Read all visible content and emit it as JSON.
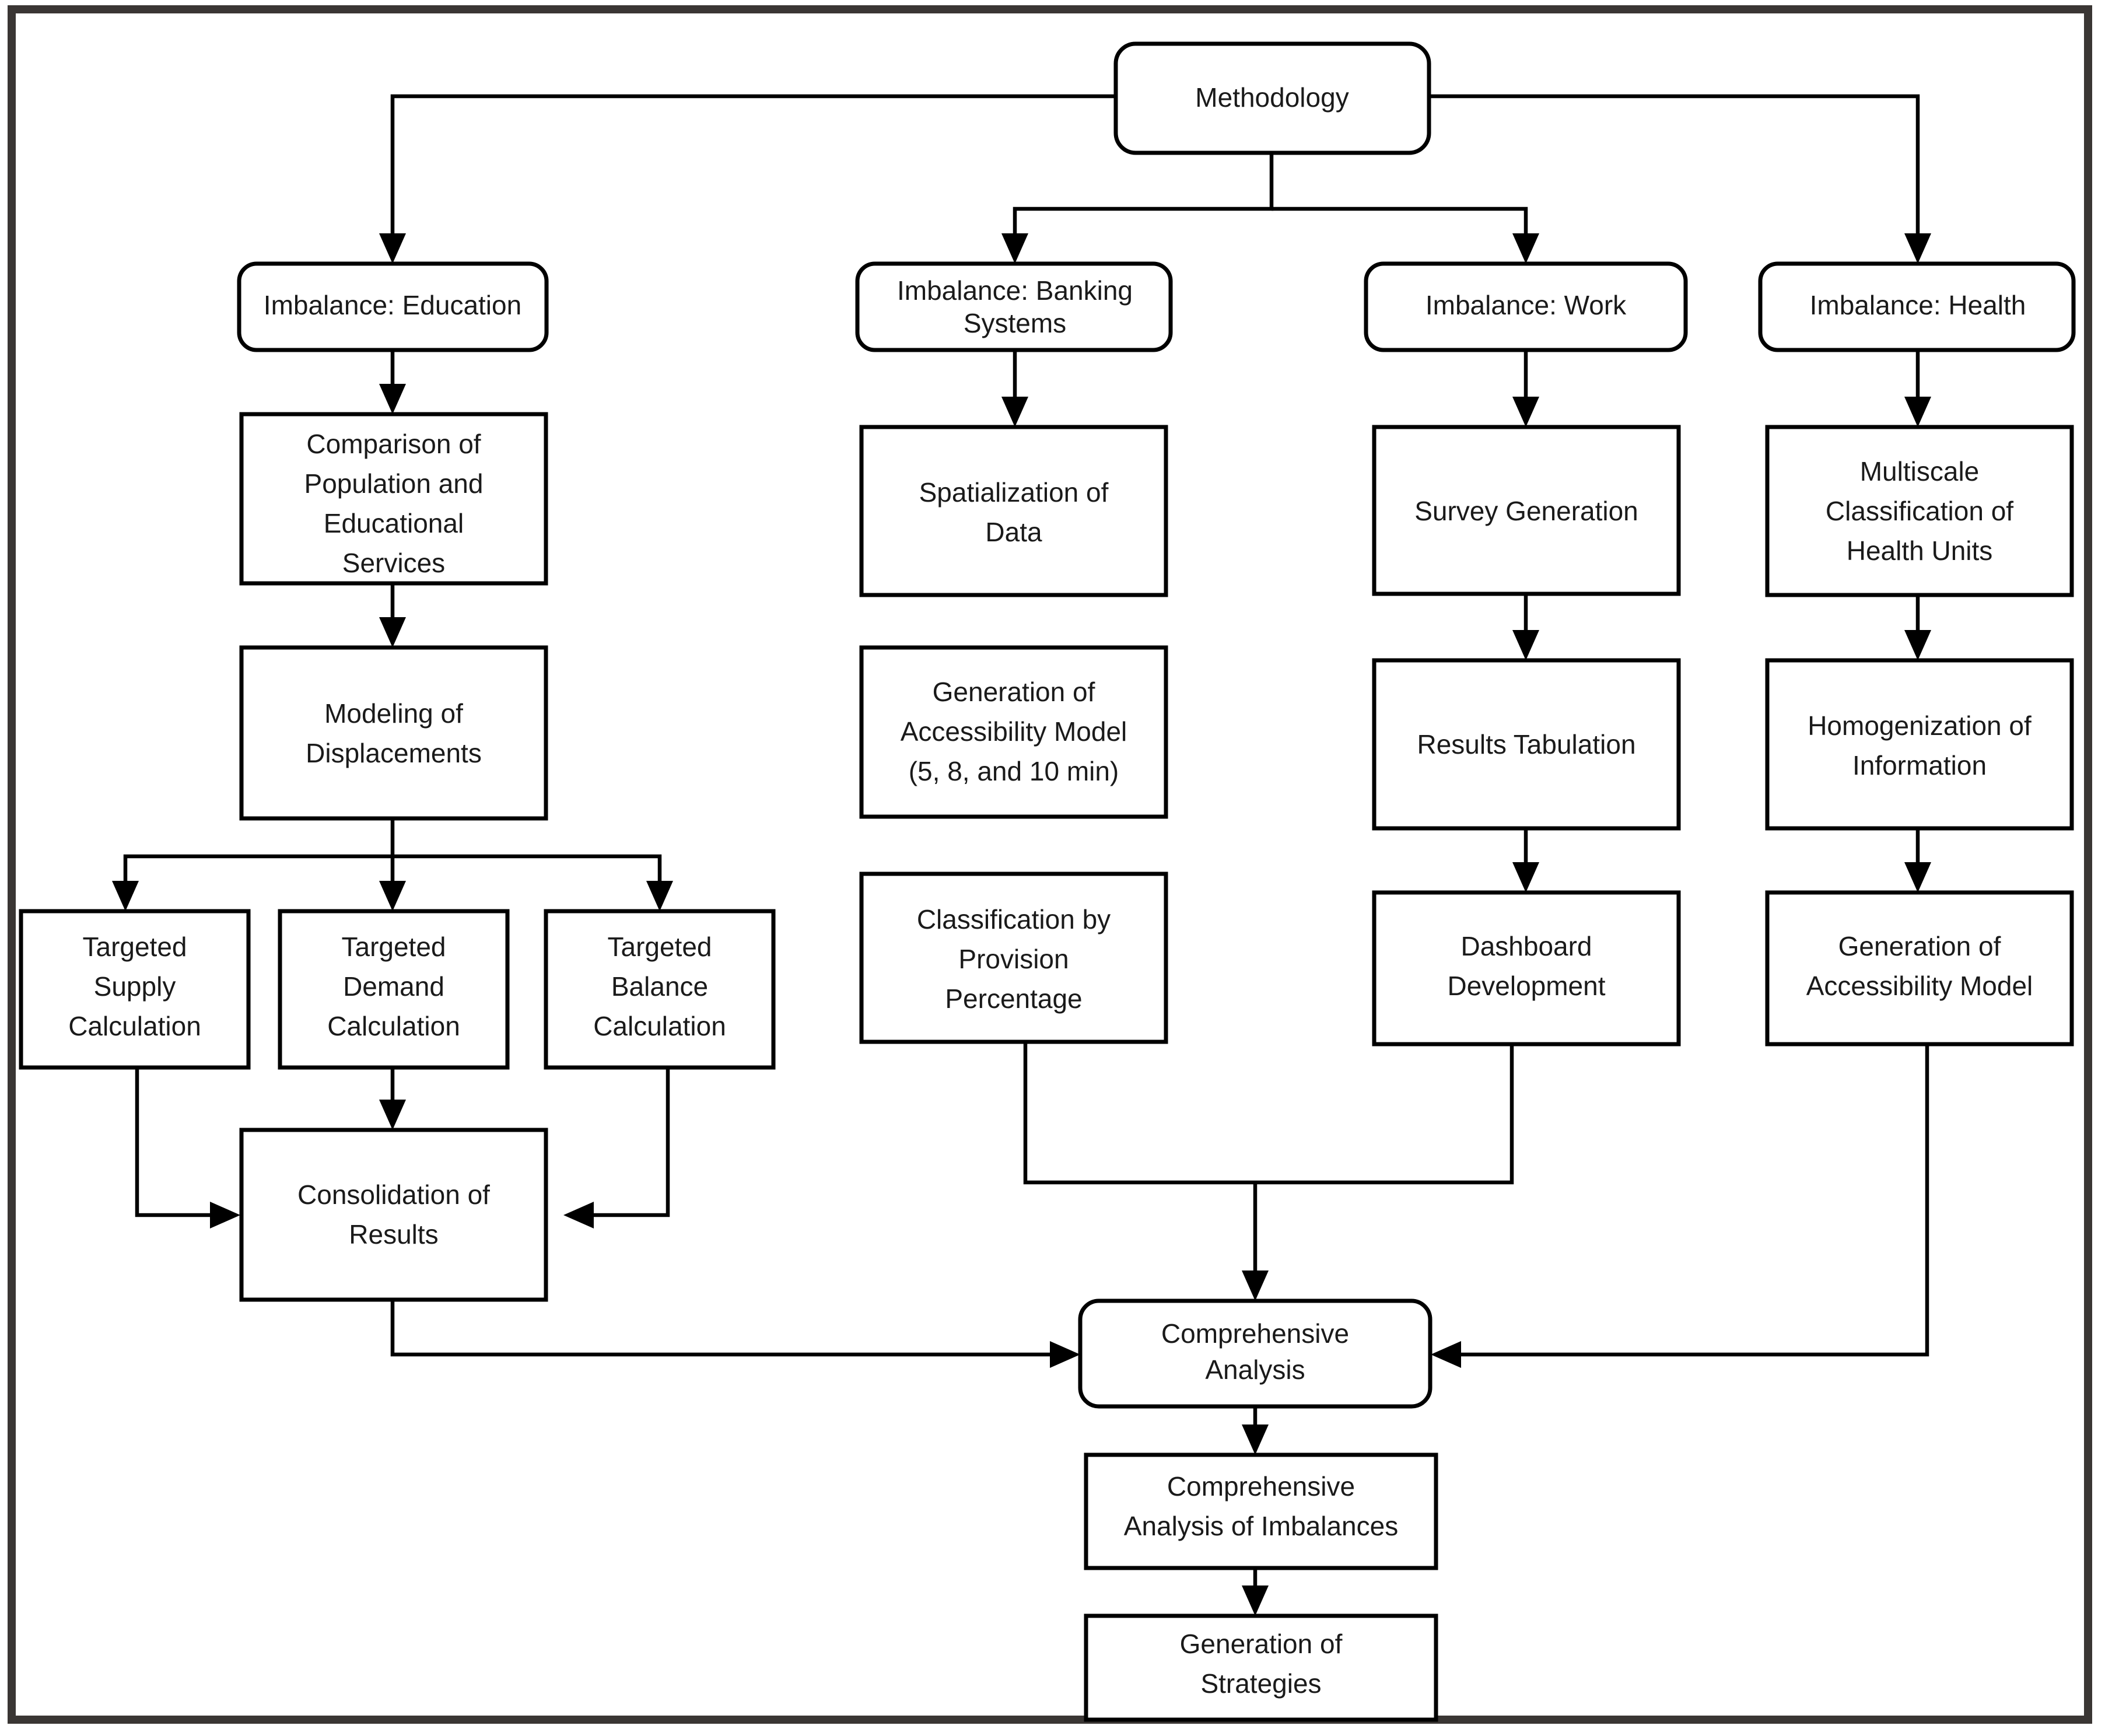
{
  "diagram": {
    "title": "Methodology",
    "type": "flowchart",
    "orientation": "top-down",
    "colors": {
      "node_fill": "#ffffff",
      "node_stroke": "#000000",
      "frame_stroke": "#3a3634",
      "text": "#1a1a1a"
    },
    "nodes": [
      {
        "id": "methodology",
        "shape": "rounded",
        "lines": [
          "Methodology"
        ]
      },
      {
        "id": "imb-education",
        "shape": "rounded",
        "lines": [
          "Imbalance: Education"
        ]
      },
      {
        "id": "imb-banking",
        "shape": "rounded",
        "lines": [
          "Imbalance: Banking",
          "Systems"
        ]
      },
      {
        "id": "imb-work",
        "shape": "rounded",
        "lines": [
          "Imbalance: Work"
        ]
      },
      {
        "id": "imb-health",
        "shape": "rounded",
        "lines": [
          "Imbalance: Health"
        ]
      },
      {
        "id": "edu-comparison",
        "shape": "rect",
        "lines": [
          "Comparison of",
          "Population and",
          "Educational",
          "Services"
        ]
      },
      {
        "id": "edu-modeling",
        "shape": "rect",
        "lines": [
          "Modeling of",
          "Displacements"
        ]
      },
      {
        "id": "edu-supply",
        "shape": "rect",
        "lines": [
          "Targeted",
          "Supply",
          "Calculation"
        ]
      },
      {
        "id": "edu-demand",
        "shape": "rect",
        "lines": [
          "Targeted",
          "Demand",
          "Calculation"
        ]
      },
      {
        "id": "edu-balance",
        "shape": "rect",
        "lines": [
          "Targeted",
          "Balance",
          "Calculation"
        ]
      },
      {
        "id": "edu-consolidation",
        "shape": "rect",
        "lines": [
          "Consolidation of",
          "Results"
        ]
      },
      {
        "id": "bank-spatialization",
        "shape": "rect",
        "lines": [
          "Spatialization of",
          "Data"
        ]
      },
      {
        "id": "bank-accessibility",
        "shape": "rect",
        "lines": [
          "Generation of",
          "Accessibility Model",
          "(5, 8, and 10 min)"
        ]
      },
      {
        "id": "bank-classification",
        "shape": "rect",
        "lines": [
          "Classification by",
          "Provision",
          "Percentage"
        ]
      },
      {
        "id": "work-survey",
        "shape": "rect",
        "lines": [
          "Survey Generation"
        ]
      },
      {
        "id": "work-tabulation",
        "shape": "rect",
        "lines": [
          "Results Tabulation"
        ]
      },
      {
        "id": "work-dashboard",
        "shape": "rect",
        "lines": [
          "Dashboard",
          "Development"
        ]
      },
      {
        "id": "health-multiscale",
        "shape": "rect",
        "lines": [
          "Multiscale",
          "Classification of",
          "Health Units"
        ]
      },
      {
        "id": "health-homogen",
        "shape": "rect",
        "lines": [
          "Homogenization of",
          "Information"
        ]
      },
      {
        "id": "health-accessibility",
        "shape": "rect",
        "lines": [
          "Generation of",
          "Accessibility Model"
        ]
      },
      {
        "id": "comprehensive",
        "shape": "rounded",
        "lines": [
          "Comprehensive",
          "Analysis"
        ]
      },
      {
        "id": "comprehensive-imb",
        "shape": "rect",
        "lines": [
          "Comprehensive",
          "Analysis of Imbalances"
        ]
      },
      {
        "id": "strategies",
        "shape": "rect",
        "lines": [
          "Generation of",
          "Strategies"
        ]
      }
    ],
    "edges": [
      {
        "from": "methodology",
        "to": "imb-education"
      },
      {
        "from": "methodology",
        "to": "imb-banking"
      },
      {
        "from": "methodology",
        "to": "imb-work"
      },
      {
        "from": "methodology",
        "to": "imb-health"
      },
      {
        "from": "imb-education",
        "to": "edu-comparison"
      },
      {
        "from": "edu-comparison",
        "to": "edu-modeling"
      },
      {
        "from": "edu-modeling",
        "to": "edu-supply"
      },
      {
        "from": "edu-modeling",
        "to": "edu-demand"
      },
      {
        "from": "edu-modeling",
        "to": "edu-balance"
      },
      {
        "from": "edu-supply",
        "to": "edu-consolidation"
      },
      {
        "from": "edu-demand",
        "to": "edu-consolidation"
      },
      {
        "from": "edu-balance",
        "to": "edu-consolidation"
      },
      {
        "from": "edu-consolidation",
        "to": "comprehensive"
      },
      {
        "from": "imb-banking",
        "to": "bank-spatialization"
      },
      {
        "from": "bank-classification",
        "to": "comprehensive"
      },
      {
        "from": "imb-work",
        "to": "work-survey"
      },
      {
        "from": "work-survey",
        "to": "work-tabulation"
      },
      {
        "from": "work-tabulation",
        "to": "work-dashboard"
      },
      {
        "from": "work-dashboard",
        "to": "comprehensive"
      },
      {
        "from": "imb-health",
        "to": "health-multiscale"
      },
      {
        "from": "health-multiscale",
        "to": "health-homogen"
      },
      {
        "from": "health-homogen",
        "to": "health-accessibility"
      },
      {
        "from": "health-accessibility",
        "to": "comprehensive"
      },
      {
        "from": "comprehensive",
        "to": "comprehensive-imb"
      },
      {
        "from": "comprehensive-imb",
        "to": "strategies"
      }
    ]
  }
}
